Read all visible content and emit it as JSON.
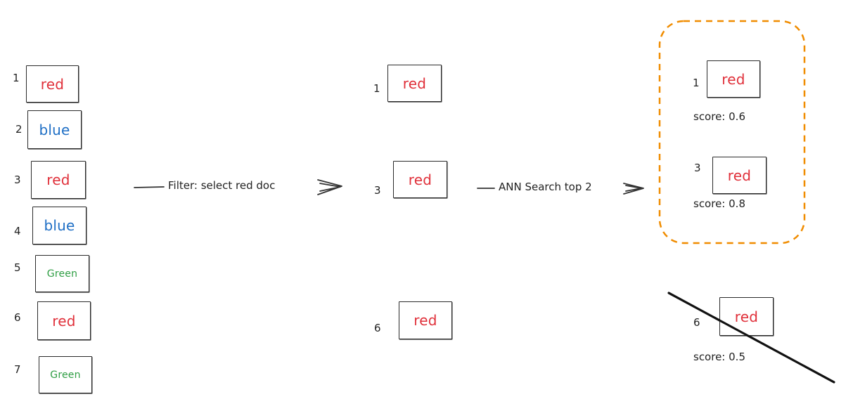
{
  "colors": {
    "red": "#e0303a",
    "blue": "#1f6fc5",
    "green": "#2f9e44",
    "ink": "#222222",
    "highlight": "#f08c00"
  },
  "input_docs": [
    {
      "num": "1",
      "label": "red",
      "color": "red"
    },
    {
      "num": "2",
      "label": "blue",
      "color": "blue"
    },
    {
      "num": "3",
      "label": "red",
      "color": "red"
    },
    {
      "num": "4",
      "label": "blue",
      "color": "blue"
    },
    {
      "num": "5",
      "label": "Green",
      "color": "green"
    },
    {
      "num": "6",
      "label": "red",
      "color": "red"
    },
    {
      "num": "7",
      "label": "Green",
      "color": "green"
    }
  ],
  "filter_step": {
    "label": "Filter: select red doc"
  },
  "filtered_docs": [
    {
      "num": "1",
      "label": "red"
    },
    {
      "num": "3",
      "label": "red"
    },
    {
      "num": "6",
      "label": "red"
    }
  ],
  "ann_step": {
    "label": "ANN Search top 2"
  },
  "results": [
    {
      "num": "1",
      "label": "red",
      "score": "score: 0.6",
      "selected": true
    },
    {
      "num": "3",
      "label": "red",
      "score": "score: 0.8",
      "selected": true
    },
    {
      "num": "6",
      "label": "red",
      "score": "score: 0.5",
      "selected": false
    }
  ]
}
